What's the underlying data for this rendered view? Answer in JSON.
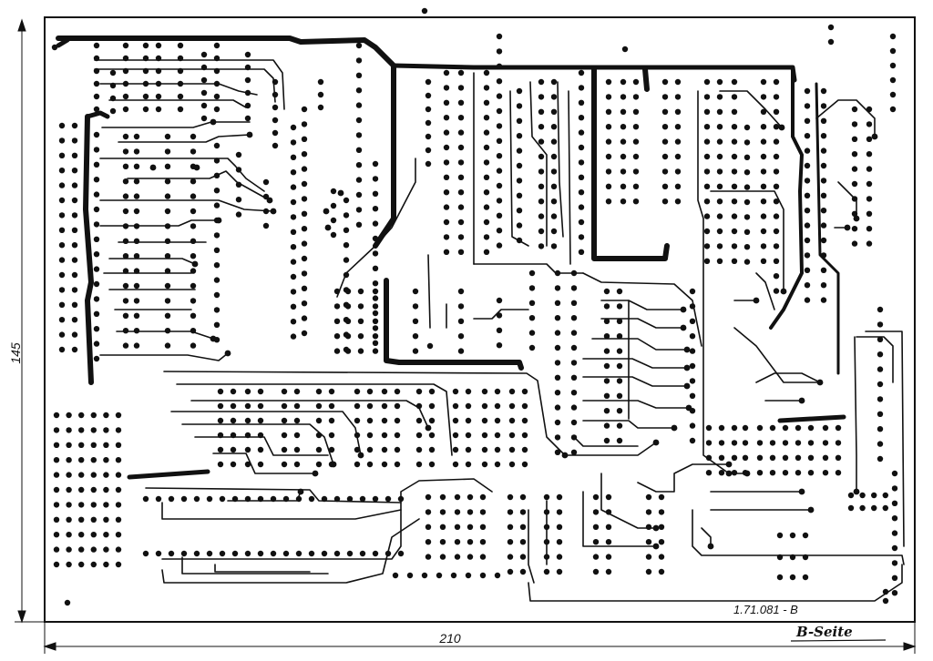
{
  "drawing": {
    "part_number": "1.71.081 - B",
    "side_label": "B-Seite",
    "width_dimension": "210",
    "height_dimension": "145"
  },
  "colors": {
    "ink": "#111111",
    "paper": "#ffffff"
  }
}
